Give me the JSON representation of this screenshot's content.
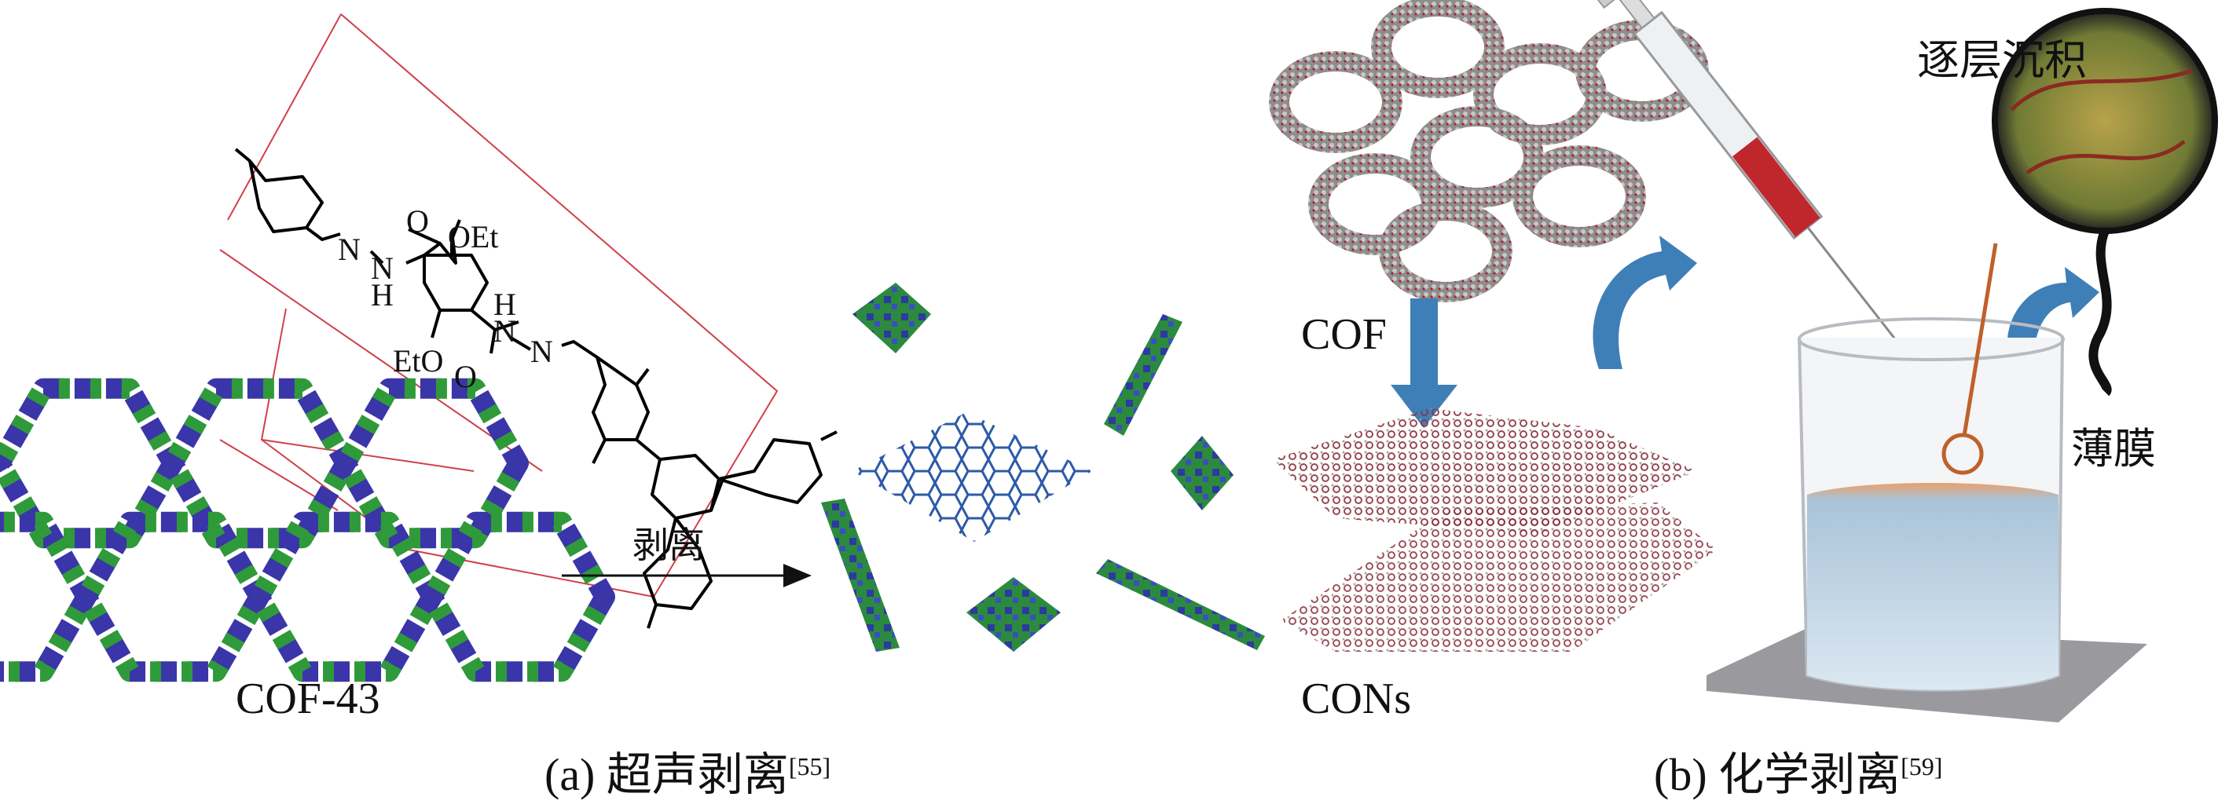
{
  "panel_a": {
    "structure_labels": {
      "o_top": "O",
      "oet": "OEt",
      "n1": "N",
      "n2": "N",
      "h1": "H",
      "h2": "H",
      "n3": "N",
      "n4": "N",
      "eto": "EtO",
      "o_bottom": "O"
    },
    "framework_label": "COF-43",
    "arrow_label": "剥离",
    "caption": "(a) 超声剥离",
    "caption_ref": "[55]"
  },
  "panel_b": {
    "cof_label": "COF",
    "cons_label": "CONs",
    "deposition_label": "逐层沉积",
    "film_label": "薄膜",
    "caption": "(b) 化学剥离",
    "caption_ref": "[59]"
  },
  "colors": {
    "linker_green": "#2f9a3a",
    "node_blue": "#3a35a8",
    "frame_red": "#d0404a",
    "arrow_blue": "#3f7fb8",
    "liquid": "#bcd4e6"
  }
}
